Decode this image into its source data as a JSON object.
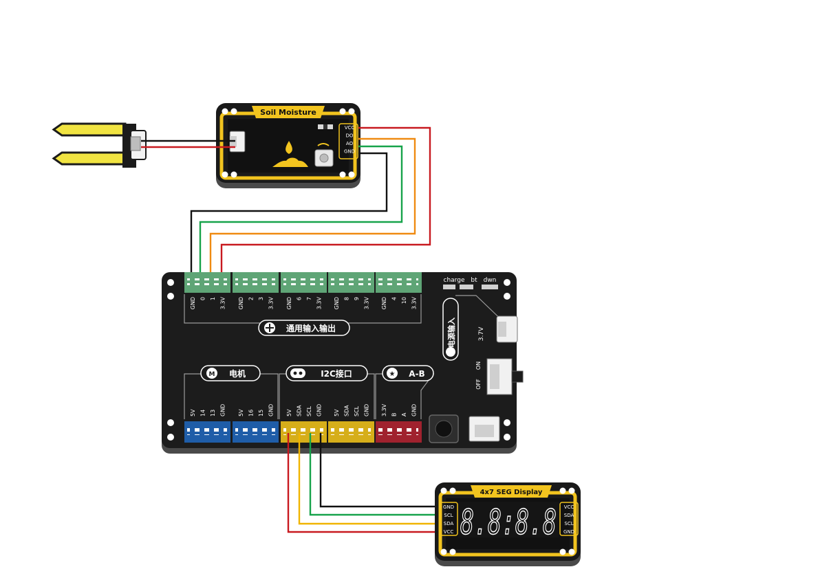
{
  "soil_module": {
    "title": "Soil Moisture",
    "pins": [
      "VCC",
      "DO",
      "AO",
      "GND"
    ]
  },
  "seg_module": {
    "title": "4x7 SEG Display",
    "left_pins": [
      "GND",
      "SCL",
      "SDA",
      "VCC"
    ],
    "right_pins": [
      "VCC",
      "SDA",
      "SCL",
      "GND"
    ],
    "digits": "8.8:8.8"
  },
  "board": {
    "status_labels": [
      "charge",
      "bt",
      "dwn"
    ],
    "gpio_section_label": "通用输入输出",
    "gpio_groups": [
      [
        "GND",
        "0",
        "1",
        "3.3V"
      ],
      [
        "GND",
        "2",
        "3",
        "3.3V"
      ],
      [
        "GND",
        "6",
        "7",
        "3.3V"
      ],
      [
        "GND",
        "8",
        "9",
        "3.3V"
      ],
      [
        "GND",
        "4",
        "10",
        "3.3V"
      ]
    ],
    "motor_label": "电机",
    "i2c_label": "I2C接口",
    "ab_label": "A-B",
    "motor_groups": [
      [
        "5V",
        "14",
        "13",
        "GND"
      ],
      [
        "5V",
        "16",
        "15",
        "GND"
      ]
    ],
    "i2c_groups": [
      [
        "5V",
        "SDA",
        "SCL",
        "GND"
      ],
      [
        "5V",
        "SDA",
        "SCL",
        "GND"
      ]
    ],
    "ab_group": [
      "3.3V",
      "B",
      "A",
      "GND"
    ],
    "power_label": "电源输入",
    "battery_voltage": "3.7V",
    "switch_on": "ON",
    "switch_off": "OFF"
  },
  "colors": {
    "board": "#1c1c1c",
    "module_yellow": "#f2c41f",
    "terminal_green": "#5fa576",
    "terminal_blue": "#1f5da8",
    "terminal_yellow": "#d6ae1a",
    "terminal_red": "#a0222e",
    "wire_red": "#c8191f",
    "wire_orange": "#ef8a11",
    "wire_green": "#16a34a",
    "wire_yellow": "#f0b400",
    "wire_black": "#111111"
  }
}
